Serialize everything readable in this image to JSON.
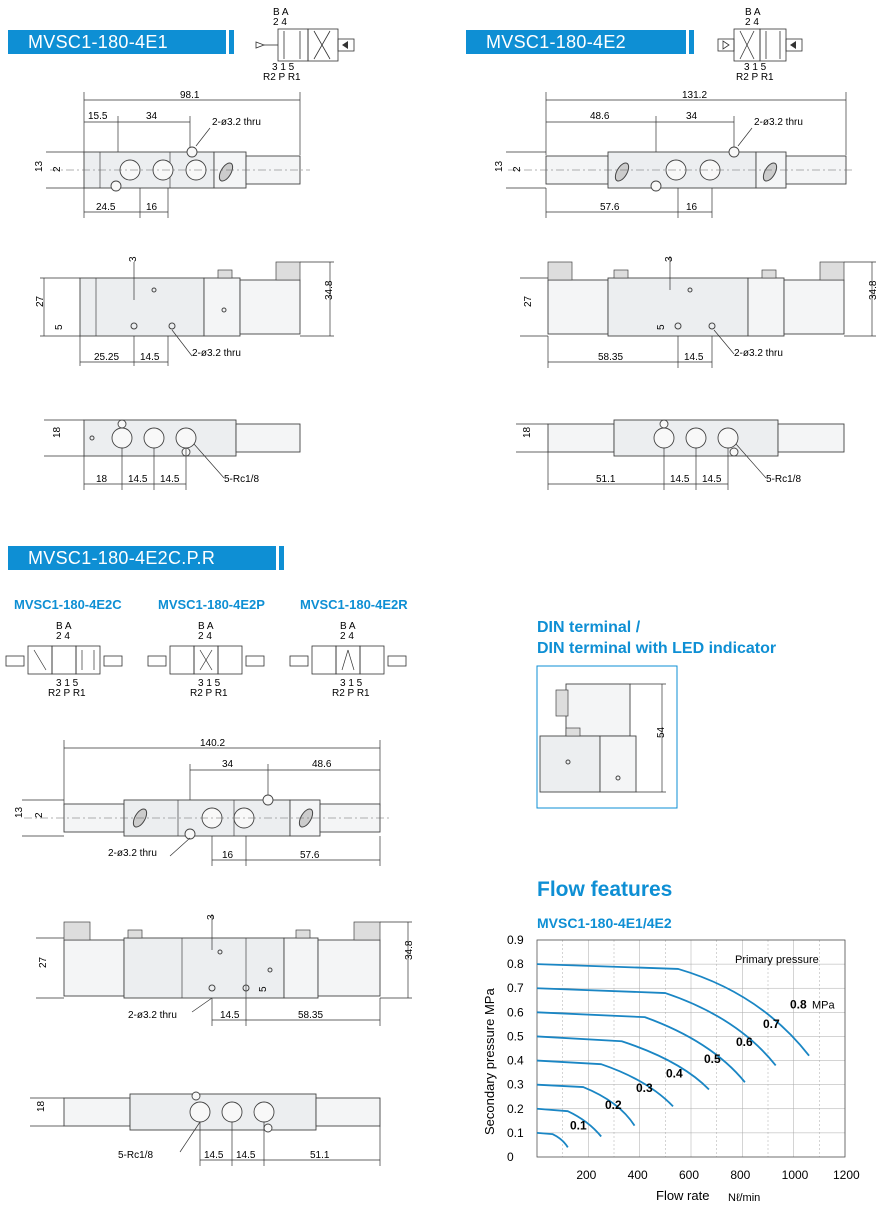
{
  "banners": {
    "e1": "MVSC1-180-4E1",
    "e2": "MVSC1-180-4E2",
    "e2cpr": "MVSC1-180-4E2C.P.R"
  },
  "symbol": {
    "top": "B A",
    "top_num": "2 4",
    "bottom_num": "3 1 5",
    "bottom": "R2 P R1"
  },
  "variants": [
    "MVSC1-180-4E2C",
    "MVSC1-180-4E2P",
    "MVSC1-180-4E2R"
  ],
  "e1": {
    "top": {
      "overall": "98.1",
      "d1": "15.5",
      "d2": "34",
      "thru": "2-ø3.2 thru",
      "h1": "13",
      "h2": "2",
      "b1": "24.5",
      "b2": "16"
    },
    "front": {
      "h3": "3",
      "h27": "27",
      "h5": "5",
      "h34": "34.8",
      "b1": "25.25",
      "b2": "14.5",
      "thru": "2-ø3.2 thru"
    },
    "bottom": {
      "h": "18",
      "b1": "18",
      "b2": "14.5",
      "b3": "14.5",
      "ports": "5-Rc1/8"
    }
  },
  "e2": {
    "top": {
      "overall": "131.2",
      "d1": "48.6",
      "d2": "34",
      "thru": "2-ø3.2 thru",
      "h1": "13",
      "h2": "2",
      "b1": "57.6",
      "b2": "16"
    },
    "front": {
      "h3": "3",
      "h27": "27",
      "h5": "5",
      "h34": "34.8",
      "b1": "58.35",
      "b2": "14.5",
      "thru": "2-ø3.2 thru"
    },
    "bottom": {
      "h": "18",
      "b1": "51.1",
      "b2": "14.5",
      "b3": "14.5",
      "ports": "5-Rc1/8"
    }
  },
  "e2c": {
    "top": {
      "overall": "140.2",
      "d1": "34",
      "d2": "48.6",
      "thru": "2-ø3.2 thru",
      "h1": "13",
      "h2": "2",
      "b1": "16",
      "b2": "57.6"
    },
    "front": {
      "h3": "3",
      "h27": "27",
      "h5": "5",
      "h34": "34.8",
      "b1": "14.5",
      "b2": "58.35",
      "thru": "2-ø3.2 thru"
    },
    "bottom": {
      "h": "18",
      "b1": "14.5",
      "b2": "14.5",
      "b3": "51.1",
      "ports": "5-Rc1/8"
    }
  },
  "din": {
    "heading_line1": "DIN terminal /",
    "heading_line2": "DIN terminal with LED indicator",
    "dim": "54"
  },
  "flow": {
    "heading": "Flow features",
    "subheading": "MVSC1-180-4E1/4E2"
  },
  "chart_data": {
    "type": "line",
    "title": "Flow features",
    "subtitle": "MVSC1-180-4E1/4E2",
    "xlabel": "Flow rate",
    "xunit": "Nℓ/min",
    "ylabel": "Secondary pressure  MPa",
    "xlim": [
      0,
      1200
    ],
    "ylim": [
      0,
      0.9
    ],
    "xticks": [
      "200",
      "400",
      "600",
      "800",
      "1000",
      "1200"
    ],
    "yticks": [
      "0",
      "0.1",
      "0.2",
      "0.3",
      "0.4",
      "0.5",
      "0.6",
      "0.7",
      "0.8",
      "0.9"
    ],
    "annotation": "Primary pressure",
    "unit_label": "MPa",
    "grid": true,
    "series": [
      {
        "name": "0.1",
        "x": [
          0,
          60,
          100,
          120
        ],
        "y": [
          0.1,
          0.095,
          0.075,
          0.04
        ]
      },
      {
        "name": "0.2",
        "x": [
          0,
          120,
          200,
          250
        ],
        "y": [
          0.2,
          0.19,
          0.15,
          0.085
        ]
      },
      {
        "name": "0.3",
        "x": [
          0,
          180,
          320,
          380
        ],
        "y": [
          0.3,
          0.29,
          0.23,
          0.13
        ]
      },
      {
        "name": "0.4",
        "x": [
          0,
          250,
          430,
          530
        ],
        "y": [
          0.4,
          0.385,
          0.32,
          0.21
        ]
      },
      {
        "name": "0.5",
        "x": [
          0,
          330,
          560,
          670
        ],
        "y": [
          0.5,
          0.48,
          0.4,
          0.28
        ]
      },
      {
        "name": "0.6",
        "x": [
          0,
          420,
          680,
          810
        ],
        "y": [
          0.6,
          0.58,
          0.48,
          0.31
        ]
      },
      {
        "name": "0.7",
        "x": [
          0,
          500,
          780,
          930
        ],
        "y": [
          0.7,
          0.68,
          0.58,
          0.38
        ]
      },
      {
        "name": "0.8",
        "x": [
          0,
          550,
          870,
          1060
        ],
        "y": [
          0.8,
          0.78,
          0.68,
          0.42
        ]
      }
    ]
  }
}
